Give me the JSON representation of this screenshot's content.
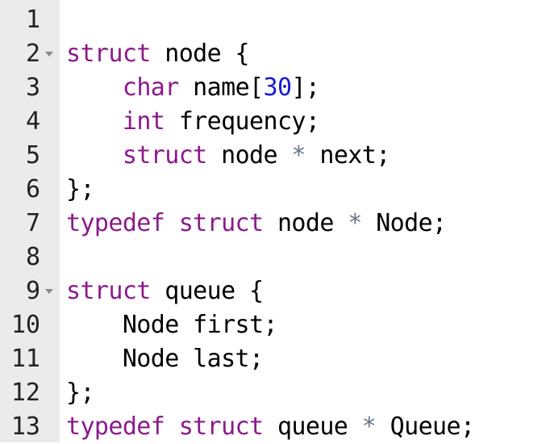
{
  "editor": {
    "lines": [
      {
        "number": "1",
        "fold": false,
        "tokens": []
      },
      {
        "number": "2",
        "fold": true,
        "tokens": [
          {
            "t": "struct",
            "c": "kw"
          },
          {
            "t": " node {",
            "c": ""
          }
        ]
      },
      {
        "number": "3",
        "fold": false,
        "tokens": [
          {
            "t": "    ",
            "c": ""
          },
          {
            "t": "char",
            "c": "kw"
          },
          {
            "t": " name[",
            "c": ""
          },
          {
            "t": "30",
            "c": "num"
          },
          {
            "t": "];",
            "c": ""
          }
        ]
      },
      {
        "number": "4",
        "fold": false,
        "tokens": [
          {
            "t": "    ",
            "c": ""
          },
          {
            "t": "int",
            "c": "kw"
          },
          {
            "t": " frequency;",
            "c": ""
          }
        ]
      },
      {
        "number": "5",
        "fold": false,
        "tokens": [
          {
            "t": "    ",
            "c": ""
          },
          {
            "t": "struct",
            "c": "kw"
          },
          {
            "t": " node ",
            "c": ""
          },
          {
            "t": "*",
            "c": "op"
          },
          {
            "t": " next;",
            "c": ""
          }
        ]
      },
      {
        "number": "6",
        "fold": false,
        "tokens": [
          {
            "t": "};",
            "c": ""
          }
        ]
      },
      {
        "number": "7",
        "fold": false,
        "tokens": [
          {
            "t": "typedef",
            "c": "kw"
          },
          {
            "t": " ",
            "c": ""
          },
          {
            "t": "struct",
            "c": "kw"
          },
          {
            "t": " node ",
            "c": ""
          },
          {
            "t": "*",
            "c": "op"
          },
          {
            "t": " Node;",
            "c": ""
          }
        ]
      },
      {
        "number": "8",
        "fold": false,
        "tokens": []
      },
      {
        "number": "9",
        "fold": true,
        "tokens": [
          {
            "t": "struct",
            "c": "kw"
          },
          {
            "t": " queue {",
            "c": ""
          }
        ]
      },
      {
        "number": "10",
        "fold": false,
        "tokens": [
          {
            "t": "    Node first;",
            "c": ""
          }
        ]
      },
      {
        "number": "11",
        "fold": false,
        "tokens": [
          {
            "t": "    Node last;",
            "c": ""
          }
        ]
      },
      {
        "number": "12",
        "fold": false,
        "tokens": [
          {
            "t": "};",
            "c": ""
          }
        ]
      },
      {
        "number": "13",
        "fold": false,
        "tokens": [
          {
            "t": "typedef",
            "c": "kw"
          },
          {
            "t": " ",
            "c": ""
          },
          {
            "t": "struct",
            "c": "kw"
          },
          {
            "t": " queue ",
            "c": ""
          },
          {
            "t": "*",
            "c": "op"
          },
          {
            "t": " Queue;",
            "c": ""
          }
        ]
      }
    ],
    "colors": {
      "keyword": "#8b1b8b",
      "number": "#1a1ad6",
      "operator": "#687687",
      "text": "#000000",
      "gutter_bg": "#ebebeb",
      "gutter_text": "#222222",
      "fold_marker": "#8a8a8a"
    },
    "icons": {
      "fold_marker": "chevron-down-icon"
    }
  }
}
